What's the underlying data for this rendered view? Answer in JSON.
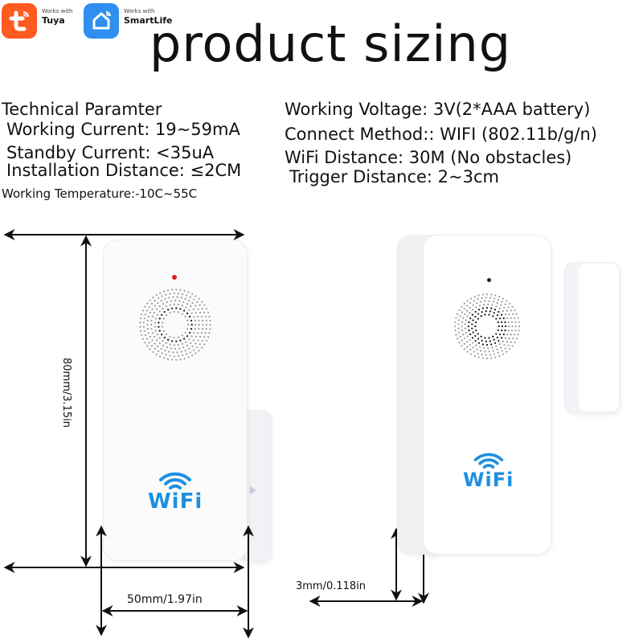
{
  "badges": [
    {
      "works_with": "Works with",
      "brand": "Tuya",
      "icon": "tuya-logo-icon",
      "color": "#ff5a1f"
    },
    {
      "works_with": "Works with",
      "brand": "SmartLife",
      "icon": "smartlife-home-icon",
      "color": "#2e8ff0"
    }
  ],
  "title": "product sizing",
  "specs": {
    "left": [
      "Technical Paramter",
      "Working Current: 19~59mA",
      "Standby Current: <35uA",
      "Installation Distance: ≤2CM",
      "Working Temperature:-10C~55C"
    ],
    "right": [
      "Working Voltage: 3V(2*AAA battery)",
      "Connect Method:: WIFI (802.11b/g/n)",
      "WiFi Distance: 30M (No obstacles)",
      "Trigger Distance: 2~3cm"
    ]
  },
  "devices": {
    "front": {
      "logo_text": "WiFi",
      "led_color": "#e0201c",
      "logo_color": "#1e8fe0"
    },
    "side": {
      "logo_text": "WiFi",
      "led_color": "#222222",
      "logo_color": "#1e8fe0"
    }
  },
  "dimensions": {
    "height": "80mm/3.15in",
    "width": "50mm/1.97in",
    "gap": "3mm/0.118in"
  }
}
